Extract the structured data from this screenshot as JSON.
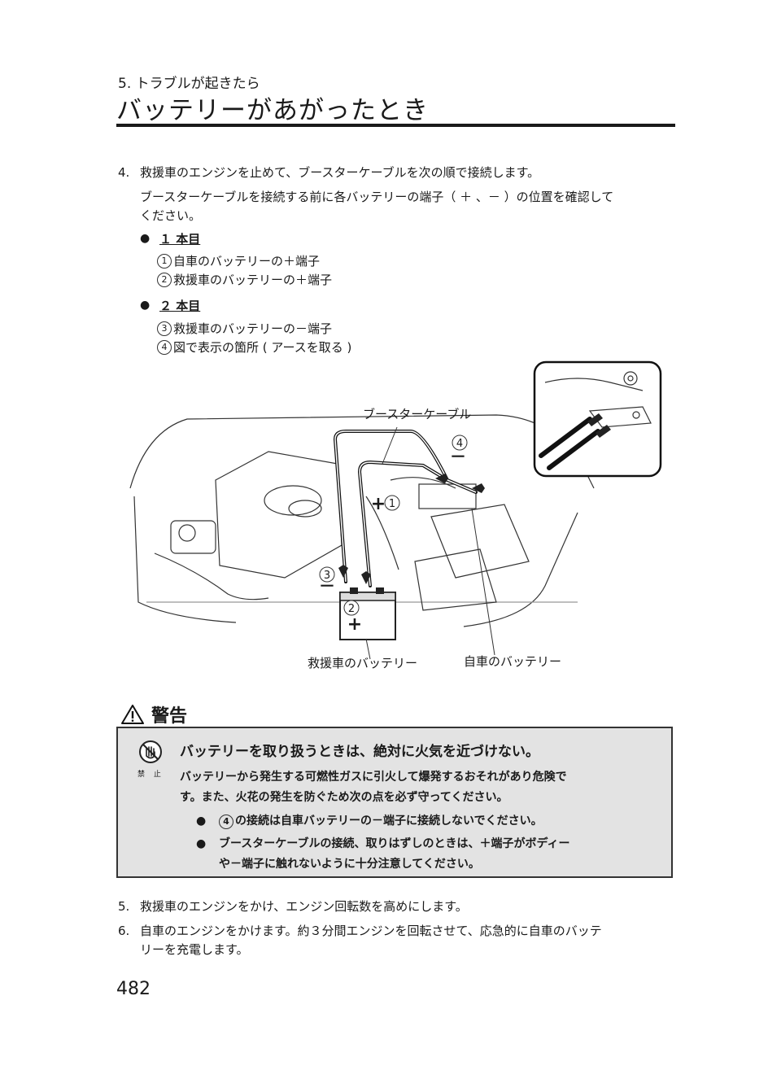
{
  "header": {
    "section": "5. トラブルが起きたら",
    "title": "バッテリーがあがったとき"
  },
  "step4": {
    "number": "4.",
    "text": "救援車のエンジンを止めて、ブースターケーブルを次の順で接続します。",
    "note_line1": "ブースターケーブルを接続する前に各バッテリーの端子（ ＋ 、－ ）の位置を確認して",
    "note_line2": "ください。",
    "first": {
      "heading": "１ 本目",
      "items": [
        {
          "n": "1",
          "text": "自車のバッテリーの＋端子"
        },
        {
          "n": "2",
          "text": "救援車のバッテリーの＋端子"
        }
      ]
    },
    "second": {
      "heading": "２ 本目",
      "items": [
        {
          "n": "3",
          "text": "救援車のバッテリーの－端子"
        },
        {
          "n": "4",
          "text": "図で表示の箇所 ( アースを取る )"
        }
      ]
    }
  },
  "diagram": {
    "booster_cable_label": "ブースターケーブル",
    "rescue_battery_label": "救援車のバッテリー",
    "own_battery_label": "自車のバッテリー",
    "marker1": "1",
    "marker2": "2",
    "marker3": "3",
    "marker4": "4",
    "plus": "+",
    "minus": "－"
  },
  "warning": {
    "heading": "警告",
    "prohibit_caption": "禁 止",
    "title": "バッテリーを取り扱うときは、絶対に火気を近づけない。",
    "body_line1": "バッテリーから発生する可燃性ガスに引火して爆発するおそれがあり危険で",
    "body_line2": "す。また、火花の発生を防ぐため次の点を必ず守ってください。",
    "bullet1_n": "4",
    "bullet1_text": "の接続は自車バッテリーの－端子に接続しないでください。",
    "bullet2_line1": "ブースターケーブルの接続、取りはずしのときは、＋端子がボディー",
    "bullet2_line2": "や－端子に触れないように十分注意してください。"
  },
  "step5": {
    "number": "5.",
    "text": "救援車のエンジンをかけ、エンジン回転数を高めにします。"
  },
  "step6": {
    "number": "6.",
    "line1": "自車のエンジンをかけます。約３分間エンジンを回転させて、応急的に自車のバッテ",
    "line2": "リーを充電します。"
  },
  "page_number": "482",
  "colors": {
    "warning_bg": "#e3e3e3",
    "text": "#1a1a1a"
  }
}
